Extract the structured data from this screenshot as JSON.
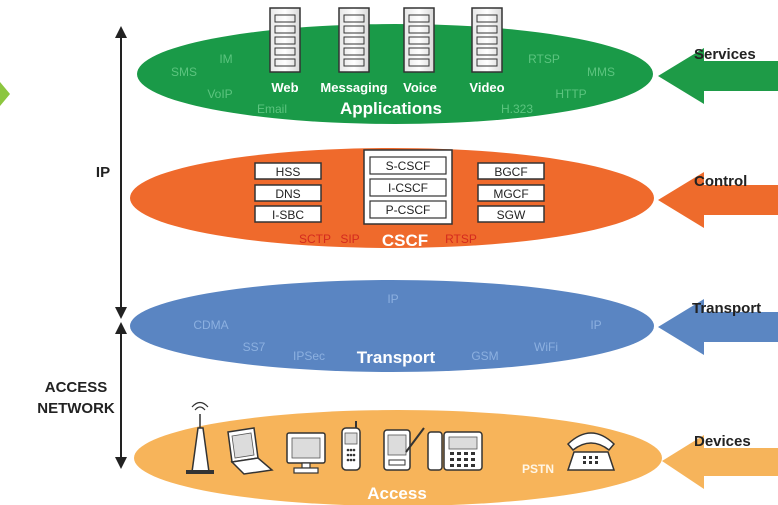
{
  "colors": {
    "applications": "#1a9a48",
    "control": "#ef6a2c",
    "transport": "#5a85c2",
    "access": "#f7b45a",
    "services_arrow": "#1e9b47",
    "control_arrow": "#ee6b2c",
    "transport_arrow": "#5b86c2",
    "devices_arrow": "#f6b45b",
    "faint_green": "#5cc47f",
    "faint_orange": "#f6a074",
    "faint_blue": "#8cb0e0"
  },
  "side_labels": {
    "ip": "IP",
    "access_network_1": "ACCESS",
    "access_network_2": "NETWORK"
  },
  "layers": {
    "applications": {
      "title": "Applications",
      "servers": [
        "Web",
        "Messaging",
        "Voice",
        "Video"
      ],
      "protocols": [
        "SMS",
        "IM",
        "VoIP",
        "Email",
        "RTSP",
        "MMS",
        "HTTP",
        "H.323"
      ],
      "arrow_label": "Services"
    },
    "control": {
      "title": "CSCF",
      "left_boxes": [
        "HSS",
        "DNS",
        "I-SBC"
      ],
      "center_boxes": [
        "S-CSCF",
        "I-CSCF",
        "P-CSCF"
      ],
      "right_boxes": [
        "BGCF",
        "MGCF",
        "SGW"
      ],
      "protocols": [
        "SCTP",
        "SIP",
        "RTSP"
      ],
      "arrow_label": "Control"
    },
    "transport": {
      "title": "Transport",
      "protocols": [
        "IP",
        "CDMA",
        "IP",
        "SS7",
        "IPSec",
        "GSM",
        "WiFi"
      ],
      "arrow_label": "Transport"
    },
    "access": {
      "title": "Access",
      "protocols": [
        "PSTN"
      ],
      "devices": [
        "wireless-access-point-icon",
        "laptop-icon",
        "desktop-monitor-icon",
        "mobile-phone-icon",
        "pda-icon",
        "ip-phone-icon",
        "landline-phone-icon"
      ],
      "arrow_label": "Devices"
    }
  }
}
